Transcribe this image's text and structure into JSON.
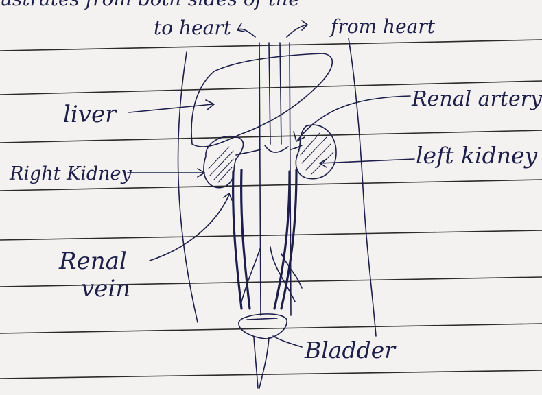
{
  "header_fragment": "ustrates from both sides of the",
  "labels": {
    "to_heart": "to heart",
    "from_heart": "from heart",
    "liver": "liver",
    "renal_artery": "Renal artery",
    "right_kidney": "Right Kidney",
    "left_kidney": "left kidney",
    "renal_vein_line1": "Renal",
    "renal_vein_line2": "vein",
    "bladder": "Bladder"
  },
  "colors": {
    "paper": "#f3f2f0",
    "ruled_line": "#2b2b2b",
    "ink": "#1d1f4a"
  }
}
